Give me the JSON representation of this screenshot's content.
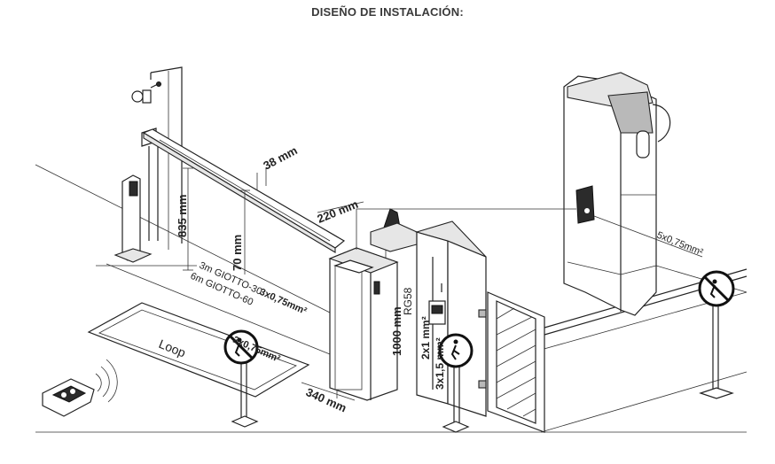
{
  "title": "DISEÑO DE INSTALACIÓN:",
  "labels": {
    "dim_38": "38 mm",
    "dim_220": "220 mm",
    "dim_835": "835 mm",
    "dim_70": "70 mm",
    "dim_340": "340 mm",
    "dim_1000": "1000 mm",
    "rg58": "RG58",
    "giotto30": "3m GIOTTO-30",
    "giotto60": "6m GIOTTO-60",
    "cable_3x075": "3x0,75mm²",
    "cable_2x075": "2x0,75mm²",
    "cable_2x1": "2x1 mm²",
    "cable_3x15": "3x1,5 mm²",
    "cable_5x075": "5x0,75mm²",
    "loop": "Loop"
  },
  "icons": [
    "no-pedestrian-sign-icon",
    "pedestrian-sign-icon",
    "remote-control-icon",
    "key-switch-icon",
    "photocell-column-icon",
    "warning-lamp-icon",
    "control-panel-icon"
  ]
}
